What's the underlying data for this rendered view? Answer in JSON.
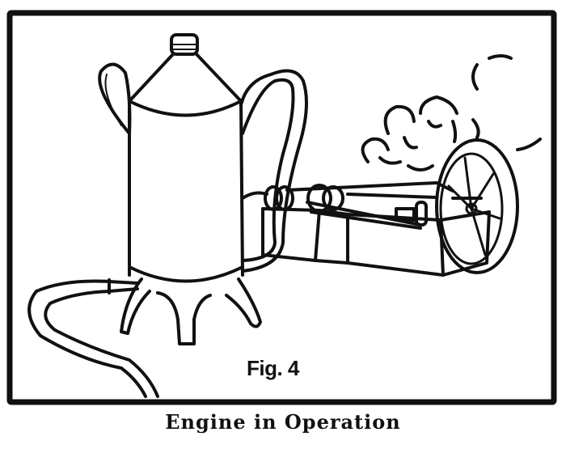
{
  "figure": {
    "label": "Fig. 4",
    "caption": "Engine in Operation",
    "ink_color": "#111111",
    "paper_color": "#ffffff",
    "depicts": [
      "fuel-can",
      "hose",
      "engine",
      "flywheel",
      "exhaust-smoke"
    ]
  }
}
